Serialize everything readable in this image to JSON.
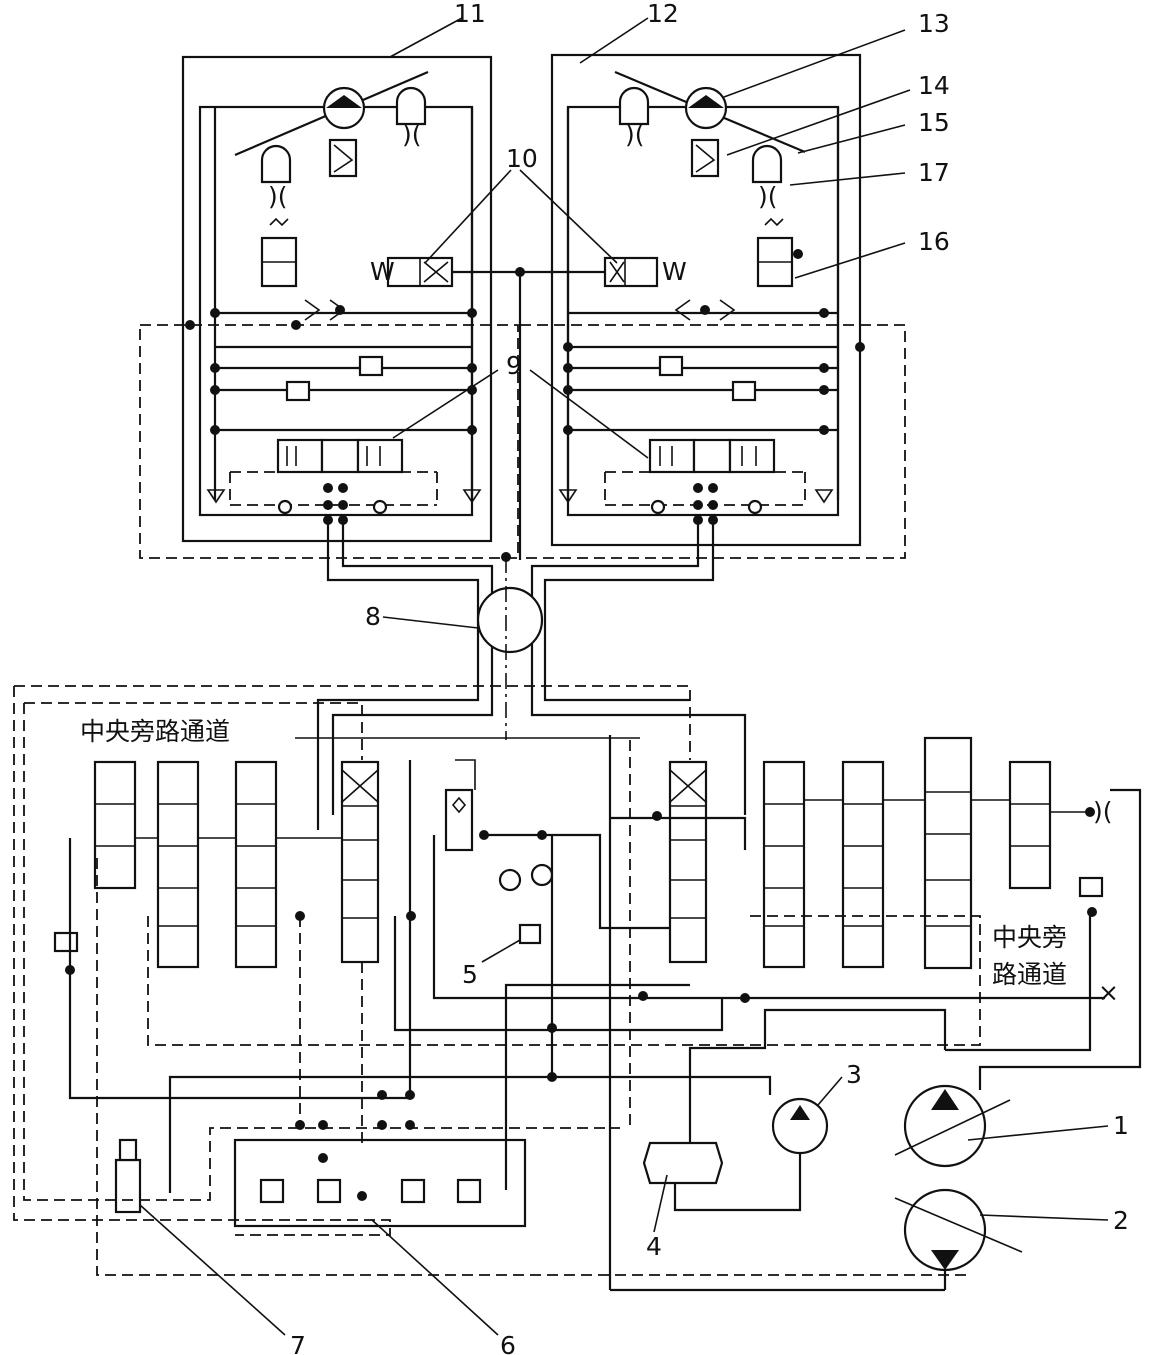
{
  "callouts": {
    "c1": "1",
    "c2": "2",
    "c3": "3",
    "c4": "4",
    "c5": "5",
    "c6": "6",
    "c7": "7",
    "c8": "8",
    "c9": "9",
    "c10": "10",
    "c11": "11",
    "c12": "12",
    "c13": "13",
    "c14": "14",
    "c15": "15",
    "c16": "16",
    "c17": "17"
  },
  "labels": {
    "central_bypass_left": "中央旁路通道",
    "central_bypass_right_line1": "中央旁",
    "central_bypass_right_line2": "路通道"
  },
  "symbols": {
    "ground_marker": "×"
  }
}
